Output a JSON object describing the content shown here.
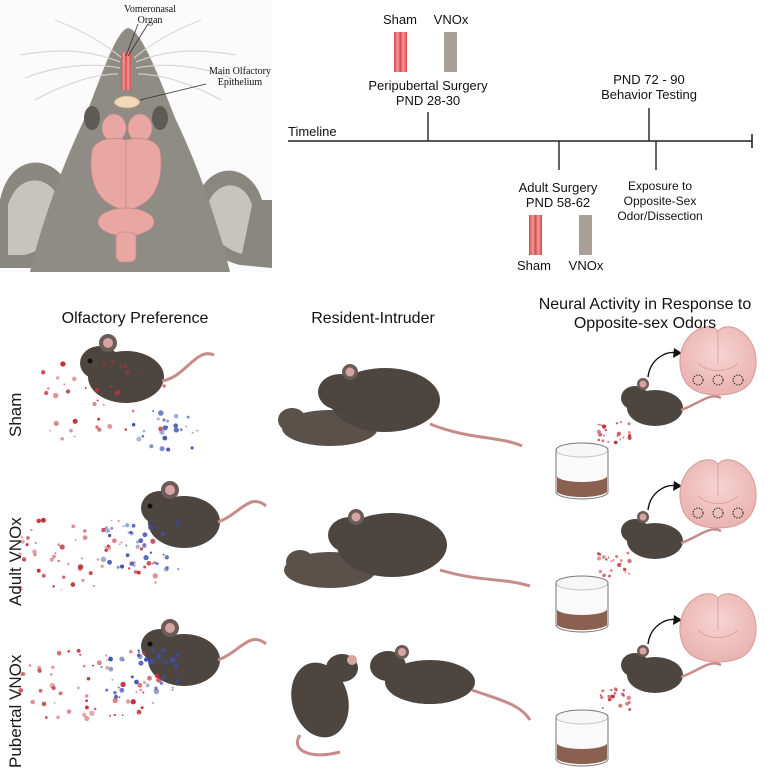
{
  "anatomy": {
    "vomeronasal_organ": "Vomeronasal\nOrgan",
    "main_olfactory_epithelium": "Main Olfactory\nEpithelium"
  },
  "timeline": {
    "axis_label": "Timeline",
    "peripubertal": {
      "legend": {
        "sham": "Sham",
        "vnox": "VNOx"
      },
      "title": "Peripubertal Surgery",
      "age": "PND 28-30"
    },
    "behavior": {
      "age": "PND 72 - 90",
      "title": "Behavior Testing"
    },
    "adult": {
      "title": "Adult Surgery",
      "age": "PND 58-62",
      "legend": {
        "sham": "Sham",
        "vnox": "VNOx"
      }
    },
    "exposure": {
      "line1": "Exposure to",
      "line2": "Opposite-Sex",
      "line3": "Odor/Dissection"
    }
  },
  "columns": {
    "olfactory": "Olfactory Preference",
    "resident": "Resident-Intruder",
    "neural_line1": "Neural Activity in Response to",
    "neural_line2": "Opposite-sex Odors"
  },
  "rows": {
    "sham": "Sham",
    "adult": "Adult VNOx",
    "pubertal": "Pubertal VNOx"
  },
  "colors": {
    "sham_bar": "#e46a6a",
    "vnox_bar": "#a8a096",
    "mouse": "#4d4540",
    "bedding": "#8a6150",
    "brain": "#f3c9c6",
    "timeline": "#222222",
    "odor_red": "#c0303a",
    "odor_blue": "#3a4fb0"
  }
}
